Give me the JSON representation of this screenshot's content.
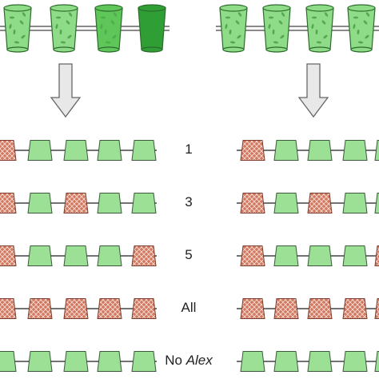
{
  "colors": {
    "cup_fill": "#9be095",
    "cup_stroke": "#3a5a3a",
    "treated_fill": "#d2775e",
    "treated_hatch": "#ffffff",
    "line": "#444444",
    "arrow_fill": "#e8e8e8",
    "arrow_stroke": "#666666",
    "top_cup_light": "#8fdc88",
    "top_cup_mid": "#5fc65a",
    "top_cup_dark": "#2f9e35"
  },
  "top_groups": [
    {
      "cups": [
        "light",
        "light",
        "mid",
        "dark"
      ]
    },
    {
      "cups": [
        "light",
        "light",
        "light",
        "light"
      ]
    }
  ],
  "rows": [
    {
      "label": "1",
      "label_italic": "",
      "treated": [
        1
      ]
    },
    {
      "label": "3",
      "label_italic": "",
      "treated": [
        1,
        3
      ]
    },
    {
      "label": "5",
      "label_italic": "",
      "treated": [
        1,
        5
      ]
    },
    {
      "label": "All",
      "label_italic": "",
      "treated": [
        1,
        2,
        3,
        4,
        5
      ]
    },
    {
      "label": "No ",
      "label_italic": "Alex",
      "treated": []
    }
  ]
}
